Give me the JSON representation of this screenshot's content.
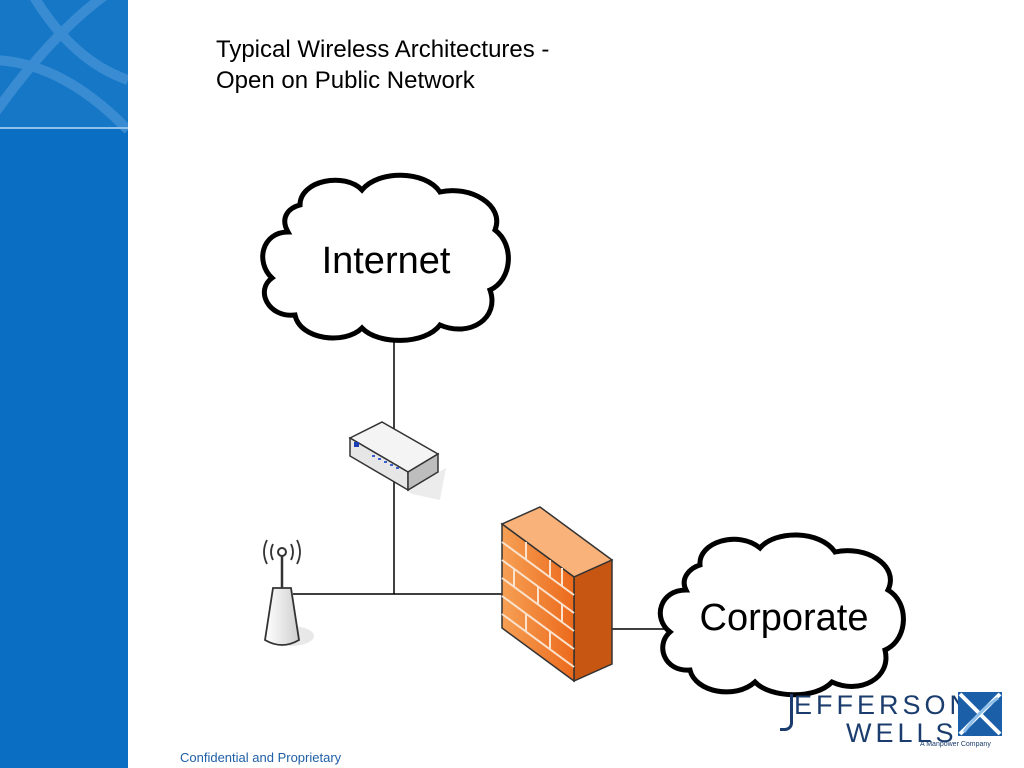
{
  "slide": {
    "title_line1": "Typical Wireless Architectures -",
    "title_line2": "Open on Public Network",
    "footer": "Confidential and Proprietary"
  },
  "diagram": {
    "nodes": {
      "internet": "Internet",
      "corporate": "Corporate"
    },
    "icons": {
      "router": "router-icon",
      "access_point": "wireless-access-point-icon",
      "firewall": "firewall-icon"
    }
  },
  "logo": {
    "line1": "EFFERSON",
    "line2": "WELLS",
    "tagline": "A Manpower Company"
  },
  "colors": {
    "sidebar": "#0a6fc2",
    "firewall": "#f07a2a",
    "logo": "#1b3d6e",
    "footer_text": "#1f5fa8"
  }
}
